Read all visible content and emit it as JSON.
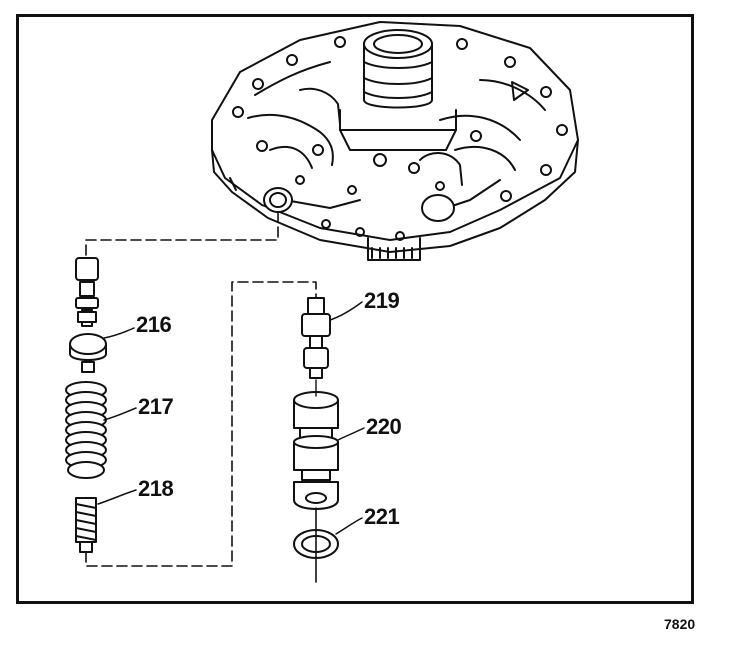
{
  "figure": {
    "callouts": {
      "c216": "216",
      "c217": "217",
      "c218": "218",
      "c219": "219",
      "c220": "220",
      "c221": "221"
    },
    "figure_id": "7820"
  },
  "colors": {
    "ink": "#111111",
    "paper": "#ffffff"
  }
}
